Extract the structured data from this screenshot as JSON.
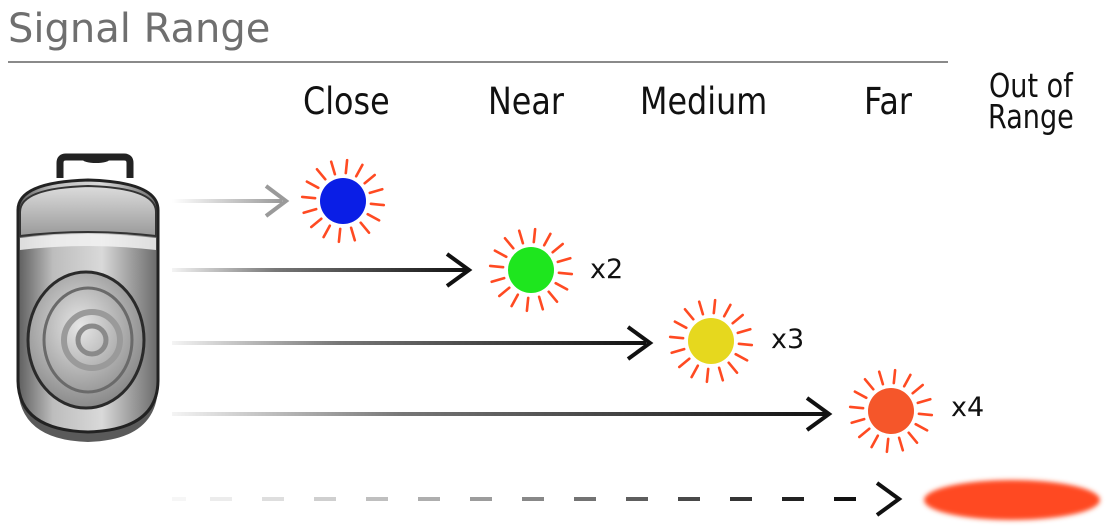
{
  "title": "Signal Range",
  "columns": [
    {
      "label": "Close"
    },
    {
      "label": "Near"
    },
    {
      "label": "Medium"
    },
    {
      "label": "Far"
    },
    {
      "label_line1": "Out of",
      "label_line2": "Range"
    }
  ],
  "signals": [
    {
      "range": "Close",
      "color": "#0a1ee6",
      "multiplier": ""
    },
    {
      "range": "Near",
      "color": "#1ee61e",
      "multiplier": "x2"
    },
    {
      "range": "Medium",
      "color": "#e6d81e",
      "multiplier": "x3"
    },
    {
      "range": "Far",
      "color": "#f5562a",
      "multiplier": "x4"
    }
  ],
  "out_of_range": {
    "color": "#ff4a22"
  },
  "colors": {
    "ray": "#ff4a22",
    "arrow": "#111111",
    "title": "#6f6f6f"
  }
}
